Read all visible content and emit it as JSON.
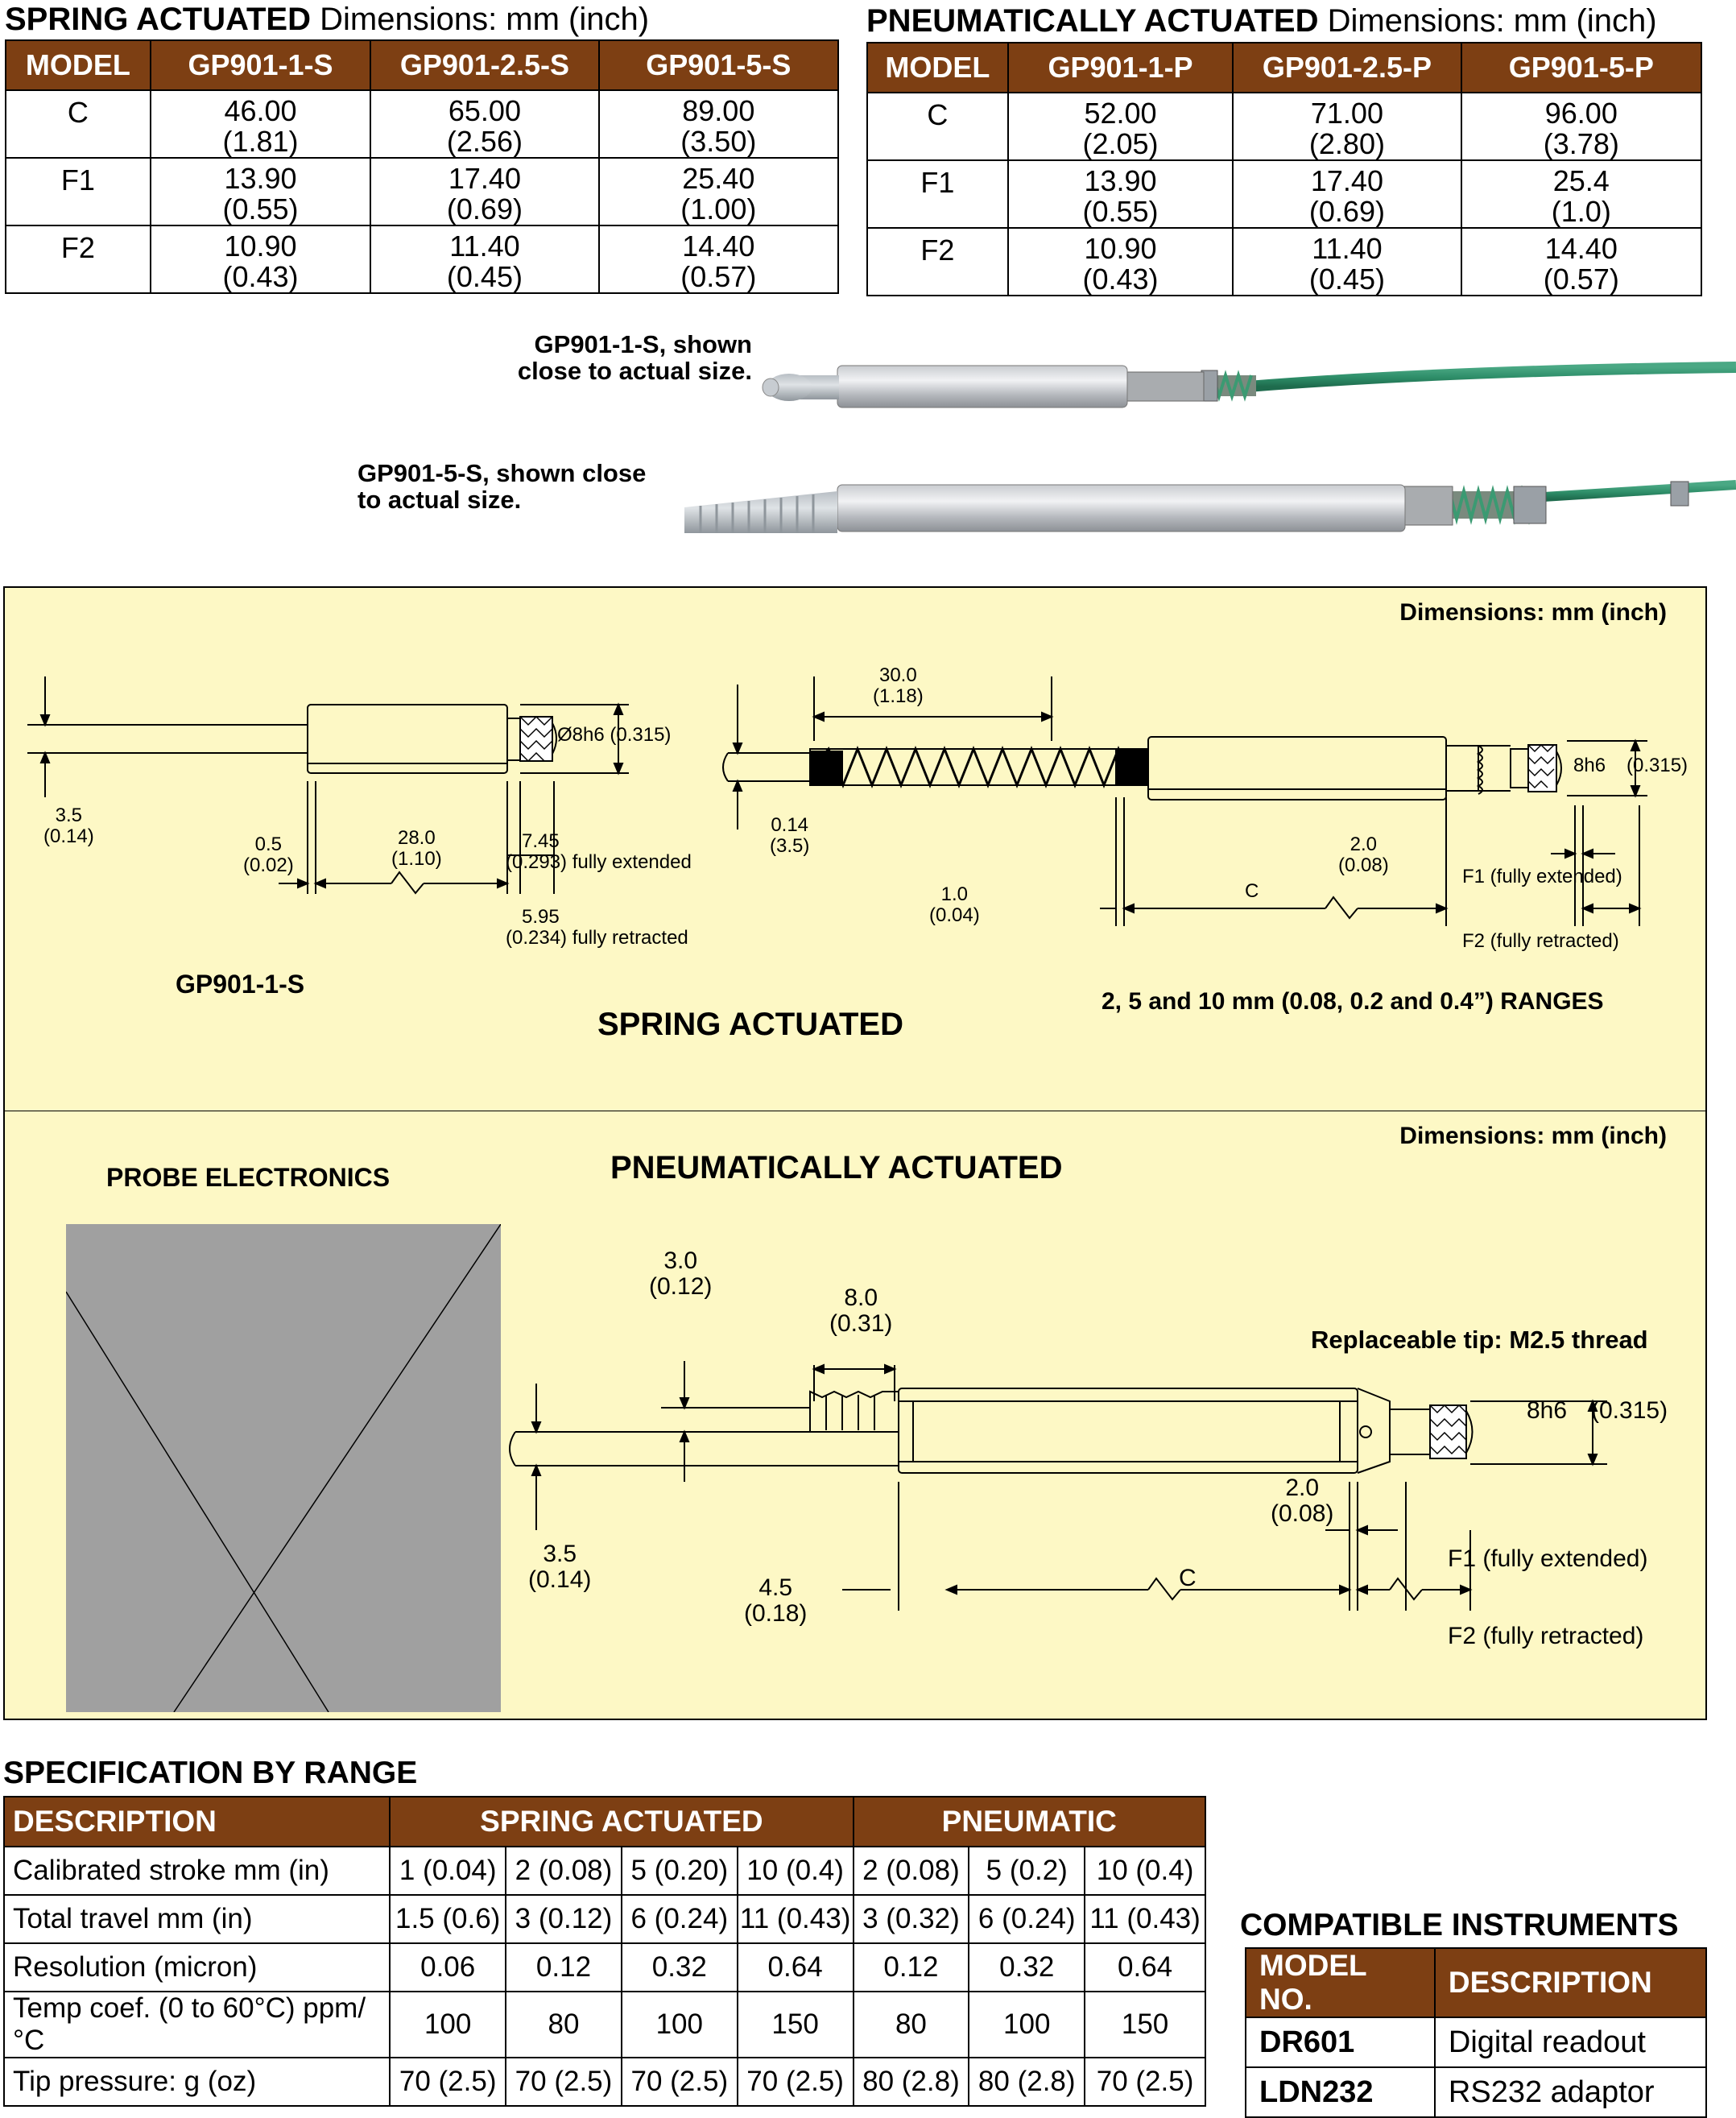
{
  "spring_table": {
    "title_bold": "SPRING ACTUATED",
    "title_rest": " Dimensions: mm (inch)",
    "headers": [
      "MODEL",
      "GP901-1-S",
      "GP901-2.5-S",
      "GP901-5-S"
    ],
    "rows": [
      {
        "label": "C",
        "cells": [
          [
            "46.00",
            "(1.81)"
          ],
          [
            "65.00",
            "(2.56)"
          ],
          [
            "89.00",
            "(3.50)"
          ]
        ]
      },
      {
        "label": "F1",
        "cells": [
          [
            "13.90",
            "(0.55)"
          ],
          [
            "17.40",
            "(0.69)"
          ],
          [
            "25.40",
            "(1.00)"
          ]
        ]
      },
      {
        "label": "F2",
        "cells": [
          [
            "10.90",
            "(0.43)"
          ],
          [
            "11.40",
            "(0.45)"
          ],
          [
            "14.40",
            "(0.57)"
          ]
        ]
      }
    ]
  },
  "pneumatic_table": {
    "title_bold": "PNEUMATICALLY ACTUATED",
    "title_rest": " Dimensions: mm (inch)",
    "headers": [
      "MODEL",
      "GP901-1-P",
      "GP901-2.5-P",
      "GP901-5-P"
    ],
    "rows": [
      {
        "label": "C",
        "cells": [
          [
            "52.00",
            "(2.05)"
          ],
          [
            "71.00",
            "(2.80)"
          ],
          [
            "96.00",
            "(3.78)"
          ]
        ]
      },
      {
        "label": "F1",
        "cells": [
          [
            "13.90",
            "(0.55)"
          ],
          [
            "17.40",
            "(0.69)"
          ],
          [
            "25.4",
            "(1.0)"
          ]
        ]
      },
      {
        "label": "F2",
        "cells": [
          [
            "10.90",
            "(0.43)"
          ],
          [
            "11.40",
            "(0.45)"
          ],
          [
            "14.40",
            "(0.57)"
          ]
        ]
      }
    ]
  },
  "photos": {
    "caption_1": [
      "GP901-1-S, shown",
      "close to actual size."
    ],
    "caption_2": [
      "GP901-5-S, shown close",
      "to actual size."
    ]
  },
  "spring_panel": {
    "dimensions_label": "Dimensions: mm (inch)",
    "model_label": "GP901-1-S",
    "title": "SPRING ACTUATED",
    "ranges": "2, 5 and 10 mm (0.08, 0.2 and 0.4”) RANGES",
    "left": {
      "d_35": [
        "3.5",
        "(0.14)"
      ],
      "d_05": [
        "0.5",
        "(0.02)"
      ],
      "d_280": [
        "28.0",
        "(1.10)"
      ],
      "d_745": [
        "7.45",
        "(0.293) fully extended"
      ],
      "d_595": [
        "5.95",
        "(0.234) fully retracted"
      ],
      "diameter": "Ø8h6 (0.315)"
    },
    "right": {
      "d_300": [
        "30.0",
        "(1.18)"
      ],
      "d_014": [
        "0.14",
        "(3.5)"
      ],
      "d_10": [
        "1.0",
        "(0.04)"
      ],
      "d_20": [
        "2.0",
        "(0.08)"
      ],
      "c": "C",
      "f1": "F1 (fully extended)",
      "f2": "F2 (fully retracted)",
      "dia": "8h6",
      "dia_in": "(0.315)"
    }
  },
  "pneumatic_panel": {
    "dimensions_label": "Dimensions: mm (inch)",
    "electronics_title": "PROBE ELECTRONICS",
    "title": "PNEUMATICALLY ACTUATED",
    "tip_note": "Replaceable tip: M2.5 thread",
    "d_30": [
      "3.0",
      "(0.12)"
    ],
    "d_80": [
      "8.0",
      "(0.31)"
    ],
    "d_35": [
      "3.5",
      "(0.14)"
    ],
    "d_45": [
      "4.5",
      "(0.18)"
    ],
    "d_20": [
      "2.0",
      "(0.08)"
    ],
    "c": "C",
    "f1": "F1 (fully extended)",
    "f2": "F2 (fully retracted)",
    "dia": "8h6",
    "dia_in": "(0.315)"
  },
  "spec": {
    "title": "SPECIFICATION BY RANGE",
    "headers": {
      "description": "DESCRIPTION",
      "spring": "SPRING ACTUATED",
      "pneumatic": "PNEUMATIC"
    },
    "rows": [
      {
        "desc": "Calibrated stroke mm (in)",
        "vals": [
          "1 (0.04)",
          "2 (0.08)",
          "5 (0.20)",
          "10 (0.4)",
          "2 (0.08)",
          "5 (0.2)",
          "10 (0.4)"
        ]
      },
      {
        "desc": "Total travel mm (in)",
        "vals": [
          "1.5 (0.6)",
          "3 (0.12)",
          "6 (0.24)",
          "11 (0.43)",
          "3 (0.32)",
          "6 (0.24)",
          "11 (0.43)"
        ]
      },
      {
        "desc": "Resolution (micron)",
        "vals": [
          "0.06",
          "0.12",
          "0.32",
          "0.64",
          "0.12",
          "0.32",
          "0.64"
        ]
      },
      {
        "desc": "Temp coef. (0 to 60°C) ppm/°C",
        "vals": [
          "100",
          "80",
          "100",
          "150",
          "80",
          "100",
          "150"
        ]
      },
      {
        "desc": "Tip pressure: g (oz)",
        "vals": [
          "70 (2.5)",
          "70 (2.5)",
          "70 (2.5)",
          "70 (2.5)",
          "80 (2.8)",
          "80 (2.8)",
          "70 (2.5)"
        ]
      }
    ]
  },
  "compatible": {
    "title": "COMPATIBLE INSTRUMENTS",
    "headers": [
      "MODEL NO.",
      "DESCRIPTION"
    ],
    "rows": [
      {
        "model": "DR601",
        "desc": "Digital readout"
      },
      {
        "model": "LDN232",
        "desc": "RS232 adaptor"
      }
    ]
  },
  "colors": {
    "header_brown": "#7d3f13",
    "panel_yellow": "#fdf8c5",
    "placeholder_gray": "#a0a0a0",
    "cable_green": "#2f8f6a"
  }
}
